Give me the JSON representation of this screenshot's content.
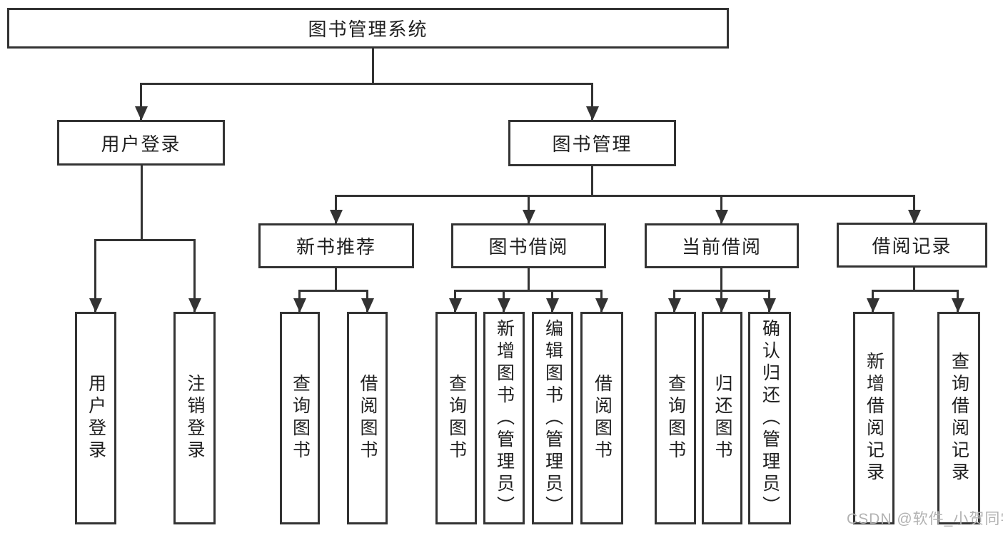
{
  "colors": {
    "line": "#333333",
    "text": "#1f1f1f",
    "background": "#ffffff",
    "watermark": "#b2b2b2"
  },
  "diagram": {
    "type": "tree",
    "root": {
      "label": "图书管理系统"
    },
    "branches": [
      {
        "label": "用户登录",
        "children": [
          {
            "label": "用户登录"
          },
          {
            "label": "注销登录"
          }
        ]
      },
      {
        "label": "图书管理",
        "children": [
          {
            "label": "新书推荐",
            "children": [
              {
                "label": "查询图书"
              },
              {
                "label": "借阅图书"
              }
            ]
          },
          {
            "label": "图书借阅",
            "children": [
              {
                "label": "查询图书"
              },
              {
                "label": "新增图书（管理员）"
              },
              {
                "label": "编辑图书（管理员）"
              },
              {
                "label": "借阅图书"
              }
            ]
          },
          {
            "label": "当前借阅",
            "children": [
              {
                "label": "查询图书"
              },
              {
                "label": "归还图书"
              },
              {
                "label": "确认归还（管理员）"
              }
            ]
          },
          {
            "label": "借阅记录",
            "children": [
              {
                "label": "新增借阅记录"
              },
              {
                "label": "查询借阅记录"
              }
            ]
          }
        ]
      }
    ]
  },
  "watermark": {
    "text": "CSDN @软件_小贺同学"
  }
}
